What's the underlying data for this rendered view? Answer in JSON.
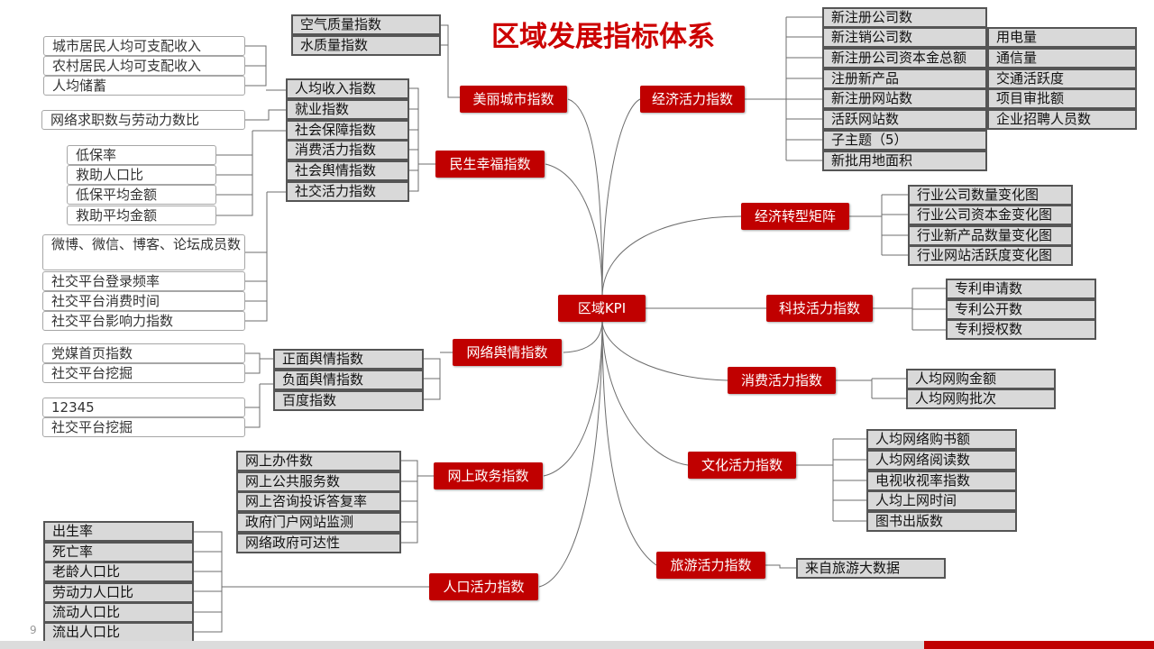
{
  "title": "区域发展指标体系",
  "page_number": "9",
  "colors": {
    "branch": "#c00000",
    "title": "#cc0000",
    "leaf_gray": "#d9d9d9",
    "connector": "#6d6d6d"
  },
  "root": "区域KPI",
  "branches": {
    "meili": "美丽城市指数",
    "minsheng": "民生幸福指数",
    "yuqing": "网络舆情指数",
    "zhengwu": "网上政务指数",
    "renkou": "人口活力指数",
    "jingji": "经济活力指数",
    "zhuanxing": "经济转型矩阵",
    "keji": "科技活力指数",
    "xiaofei": "消费活力指数",
    "wenhua": "文化活力指数",
    "lvyou": "旅游活力指数"
  },
  "meili_items": [
    "空气质量指数",
    "水质量指数"
  ],
  "minsheng_items": [
    "人均收入指数",
    "就业指数",
    "社会保障指数",
    "消费活力指数",
    "社会舆情指数",
    "社交活力指数"
  ],
  "income_sources": [
    "城市居民人均可支配收入",
    "农村居民人均可支配收入",
    "人均储蓄"
  ],
  "job_sources": [
    "网络求职数与劳动力数比"
  ],
  "security_sources": [
    "低保率",
    "救助人口比",
    "低保平均金额",
    "救助平均金额"
  ],
  "social_sources": [
    "微博、微信、博客、论坛成员数",
    "社交平台登录频率",
    "社交平台消费时间",
    "社交平台影响力指数"
  ],
  "yuqing_items": [
    "正面舆情指数",
    "负面舆情指数",
    "百度指数"
  ],
  "yuqing_sources_a": [
    "党媒首页指数",
    "社交平台挖掘"
  ],
  "yuqing_sources_b": [
    "12345",
    "社交平台挖掘"
  ],
  "zhengwu_items": [
    "网上办件数",
    "网上公共服务数",
    "网上咨询投诉答复率",
    "政府门户网站监测",
    "网络政府可达性"
  ],
  "renkou_items": [
    "出生率",
    "死亡率",
    "老龄人口比",
    "劳动力人口比",
    "流动人口比",
    "流出人口比"
  ],
  "jingji_items": [
    "新注册公司数",
    "新注销公司数",
    "新注册公司资本金总额",
    "注册新产品",
    "新注册网站数",
    "活跃网站数",
    "子主题（5）",
    "新批用地面积"
  ],
  "jingji_items_b": [
    "用电量",
    "通信量",
    "交通活跃度",
    "项目审批额",
    "企业招聘人员数"
  ],
  "zhuanxing_items": [
    "行业公司数量变化图",
    "行业公司资本金变化图",
    "行业新产品数量变化图",
    "行业网站活跃度变化图"
  ],
  "keji_items": [
    "专利申请数",
    "专利公开数",
    "专利授权数"
  ],
  "xiaofei_items": [
    "人均网购金额",
    "人均网购批次"
  ],
  "wenhua_items": [
    "人均网络购书额",
    "人均网络阅读数",
    "电视收视率指数",
    "人均上网时间",
    "图书出版数"
  ],
  "lvyou_items": [
    "来自旅游大数据"
  ]
}
